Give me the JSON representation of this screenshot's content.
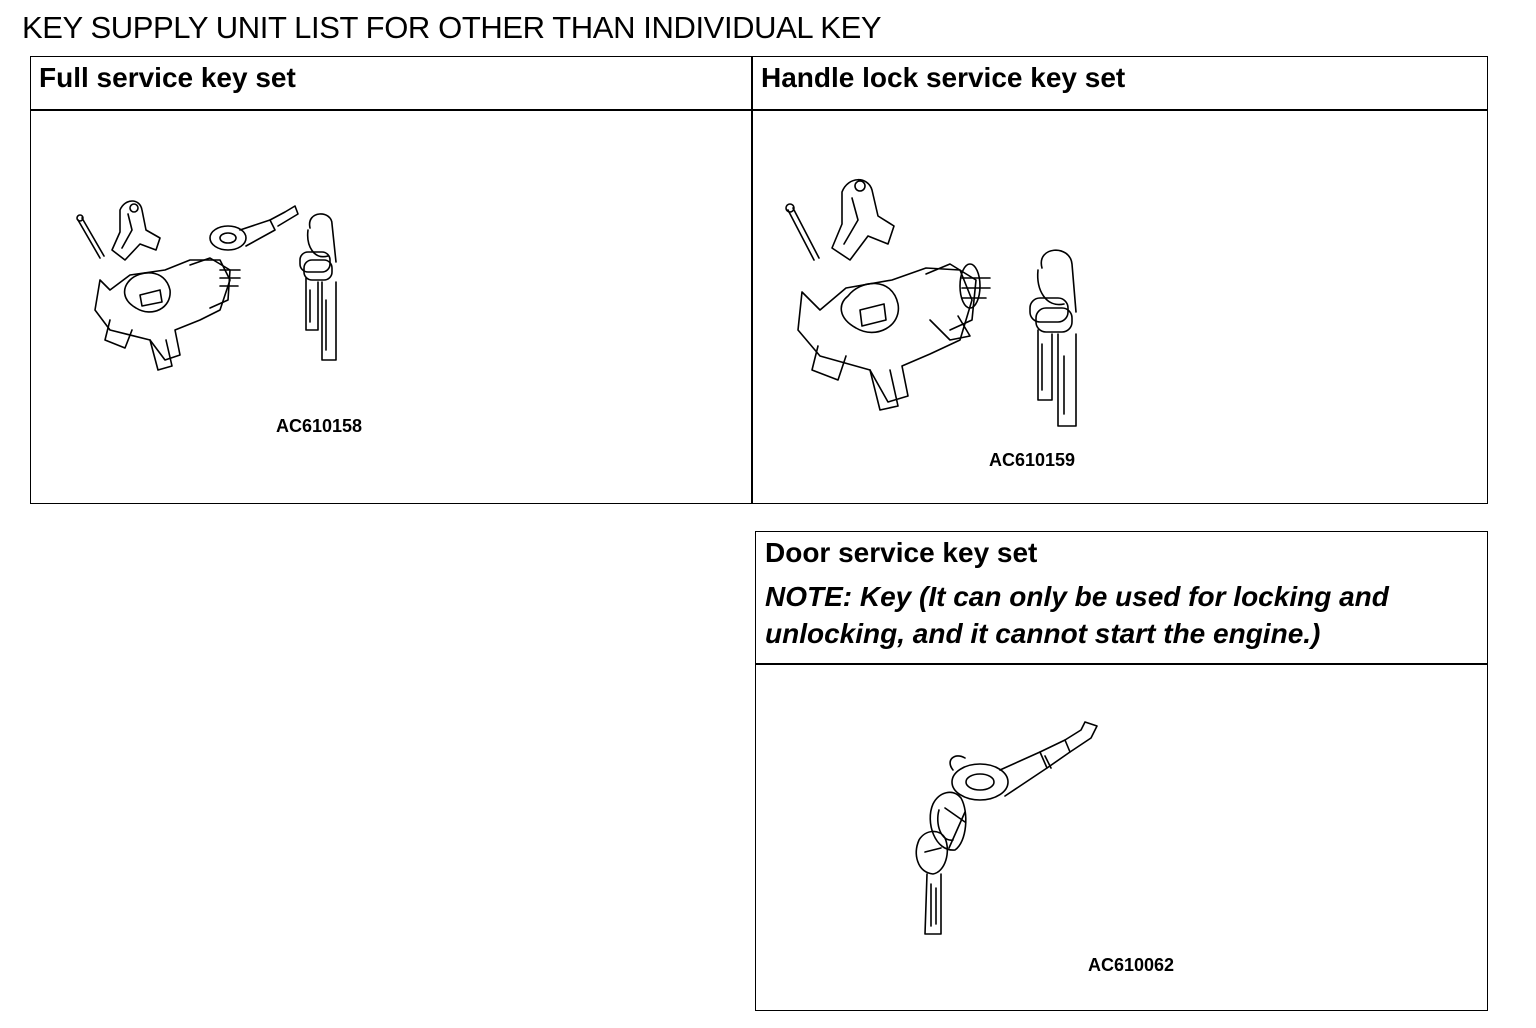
{
  "page": {
    "title": "KEY SUPPLY UNIT LIST FOR OTHER THAN INDIVIDUAL KEY"
  },
  "full_set": {
    "heading": "Full service key set",
    "figure_code": "AC610158"
  },
  "handle_set": {
    "heading": "Handle lock service key set",
    "figure_code": "AC610159"
  },
  "door_set": {
    "heading": "Door service key set",
    "note_line1": "NOTE: Key (It can only be used for locking and",
    "note_line2": "unlocking, and it cannot start the engine.)",
    "figure_code": "AC610062"
  }
}
